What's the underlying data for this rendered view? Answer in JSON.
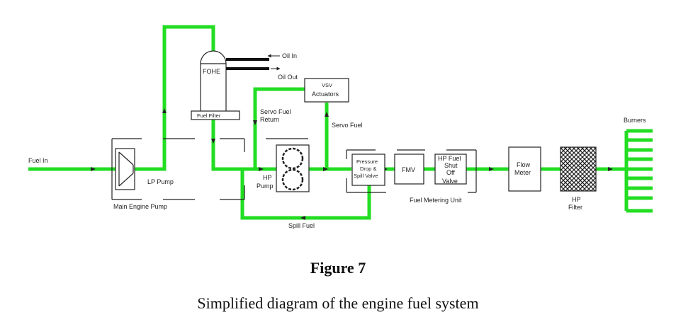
{
  "labels": {
    "fuel_in": "Fuel In",
    "lp_pump": "LP Pump",
    "main_engine_pump": "Main Engine Pump",
    "fohe": "FOHE",
    "fuel_filter": "Fuel Filter",
    "oil_in": "Oil In",
    "oil_out": "Oil Out",
    "vsv_line1": "VSV",
    "vsv_line2": "Actuators",
    "servo_fuel_return_1": "Servo Fuel",
    "servo_fuel_return_2": "Return",
    "servo_fuel": "Servo Fuel",
    "hp_pump_1": "HP",
    "hp_pump_2": "Pump",
    "psv_1": "Pressure",
    "psv_2": "Drop &",
    "psv_3": "Spill Valve",
    "fmv": "FMV",
    "hpsov_1": "HP Fuel",
    "hpsov_2": "Shut",
    "hpsov_3": "Off",
    "hpsov_4": "Valve",
    "fuel_metering_unit": "Fuel Metering Unit",
    "flow_meter_1": "Flow",
    "flow_meter_2": "Meter",
    "hp_filter_1": "HP",
    "hp_filter_2": "Filter",
    "burners": "Burners",
    "spill_fuel": "Spill Fuel"
  },
  "caption": {
    "title": "Figure 7",
    "subtitle": "Simplified diagram of the engine fuel system"
  },
  "colors": {
    "fuel_line": "#22dd22",
    "outline": "#222222",
    "oil_line": "#111111"
  }
}
